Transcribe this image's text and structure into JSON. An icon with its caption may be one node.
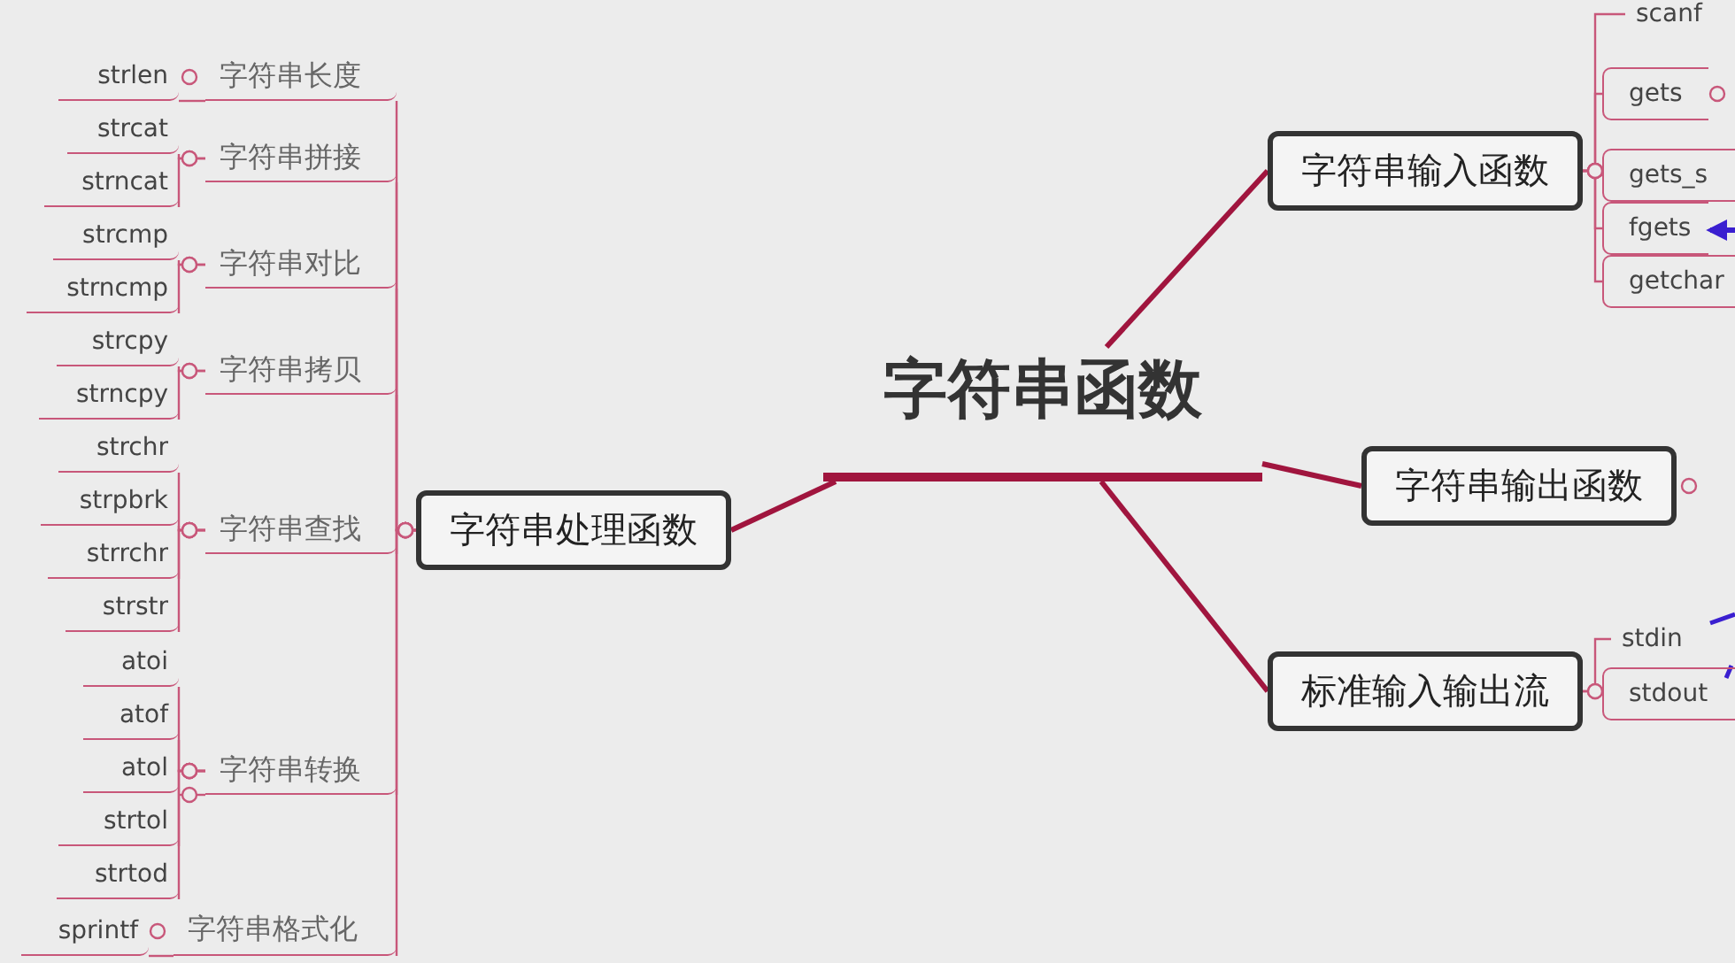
{
  "diagram": {
    "nodes": [
      {
        "text": [
          "字符串函数"
        ]
      },
      {
        "text": [
          "字符串输入函数"
        ]
      },
      {
        "text": [
          "字符串输出函数"
        ]
      },
      {
        "text": [
          "标准输入输出流"
        ]
      },
      {
        "text": [
          "字符串处理函数"
        ]
      },
      {
        "text": [
          "scanf"
        ]
      },
      {
        "text": [
          "gets"
        ]
      },
      {
        "text": [
          "gets_s"
        ]
      },
      {
        "text": [
          "fgets"
        ]
      },
      {
        "text": [
          "getchar"
        ]
      },
      {
        "text": [
          "stdin"
        ]
      },
      {
        "text": [
          "stdout"
        ]
      },
      {
        "text": [
          "字符串长度"
        ]
      },
      {
        "text": [
          "字符串拼接"
        ]
      },
      {
        "text": [
          "字符串对比"
        ]
      },
      {
        "text": [
          "字符串拷贝"
        ]
      },
      {
        "text": [
          "字符串查找"
        ]
      },
      {
        "text": [
          "字符串转换"
        ]
      },
      {
        "text": [
          "字符串格式化"
        ]
      },
      {
        "text": [
          "strlen"
        ]
      },
      {
        "text": [
          "strcat"
        ]
      },
      {
        "text": [
          "strncat"
        ]
      },
      {
        "text": [
          "strcmp"
        ]
      },
      {
        "text": [
          "strncmp"
        ]
      },
      {
        "text": [
          "strcpy"
        ]
      },
      {
        "text": [
          "strncpy"
        ]
      },
      {
        "text": [
          "strchr"
        ]
      },
      {
        "text": [
          "strpbrk"
        ]
      },
      {
        "text": [
          "strrchr"
        ]
      },
      {
        "text": [
          "strstr"
        ]
      },
      {
        "text": [
          "atoi"
        ]
      },
      {
        "text": [
          "atof"
        ]
      },
      {
        "text": [
          "atol"
        ]
      },
      {
        "text": [
          "strtol"
        ]
      },
      {
        "text": [
          "strtod"
        ]
      },
      {
        "text": [
          "sprintf"
        ]
      }
    ],
    "edges": [
      {
        "from": 0,
        "to": 1,
        "arrow": "none",
        "style": "thick",
        "color": "#a0153e"
      },
      {
        "from": 0,
        "to": 2,
        "arrow": "none",
        "style": "thick",
        "color": "#a0153e"
      },
      {
        "from": 0,
        "to": 3,
        "arrow": "none",
        "style": "thick",
        "color": "#a0153e"
      },
      {
        "from": 0,
        "to": 4,
        "arrow": "none",
        "style": "thick",
        "color": "#a0153e"
      },
      {
        "from": 1,
        "to": 5,
        "arrow": "other"
      },
      {
        "from": 1,
        "to": 6,
        "arrow": "other"
      },
      {
        "from": 1,
        "to": 7,
        "arrow": "other"
      },
      {
        "from": 1,
        "to": 8,
        "arrow": "other"
      },
      {
        "from": 1,
        "to": 9,
        "arrow": "other"
      },
      {
        "from": 3,
        "to": 10,
        "arrow": "other"
      },
      {
        "from": 3,
        "to": 11,
        "arrow": "other"
      },
      {
        "from": 4,
        "to": 12,
        "arrow": "other"
      },
      {
        "from": 4,
        "to": 13,
        "arrow": "other"
      },
      {
        "from": 4,
        "to": 14,
        "arrow": "other"
      },
      {
        "from": 4,
        "to": 15,
        "arrow": "other"
      },
      {
        "from": 4,
        "to": 16,
        "arrow": "other"
      },
      {
        "from": 4,
        "to": 17,
        "arrow": "other"
      },
      {
        "from": 4,
        "to": 18,
        "arrow": "other"
      },
      {
        "from": 12,
        "to": 19,
        "arrow": "none"
      },
      {
        "from": 13,
        "to": 20,
        "arrow": "other"
      },
      {
        "from": 13,
        "to": 21,
        "arrow": "other"
      },
      {
        "from": 14,
        "to": 22,
        "arrow": "other"
      },
      {
        "from": 14,
        "to": 23,
        "arrow": "other"
      },
      {
        "from": 15,
        "to": 24,
        "arrow": "other"
      },
      {
        "from": 15,
        "to": 25,
        "arrow": "other"
      },
      {
        "from": 16,
        "to": 26,
        "arrow": "other"
      },
      {
        "from": 16,
        "to": 27,
        "arrow": "other"
      },
      {
        "from": 16,
        "to": 28,
        "arrow": "other"
      },
      {
        "from": 16,
        "to": 29,
        "arrow": "other"
      },
      {
        "from": 17,
        "to": 30,
        "arrow": "other"
      },
      {
        "from": 17,
        "to": 31,
        "arrow": "other"
      },
      {
        "from": 17,
        "to": 32,
        "arrow": "other"
      },
      {
        "from": 17,
        "to": 33,
        "arrow": "other"
      },
      {
        "from": 17,
        "to": 34,
        "arrow": "other"
      },
      {
        "from": 18,
        "to": 35,
        "arrow": "none"
      },
      {
        "from": null,
        "to": 8,
        "arrow": "to",
        "style": "thick",
        "color": "#3a1fd0"
      }
    ]
  }
}
